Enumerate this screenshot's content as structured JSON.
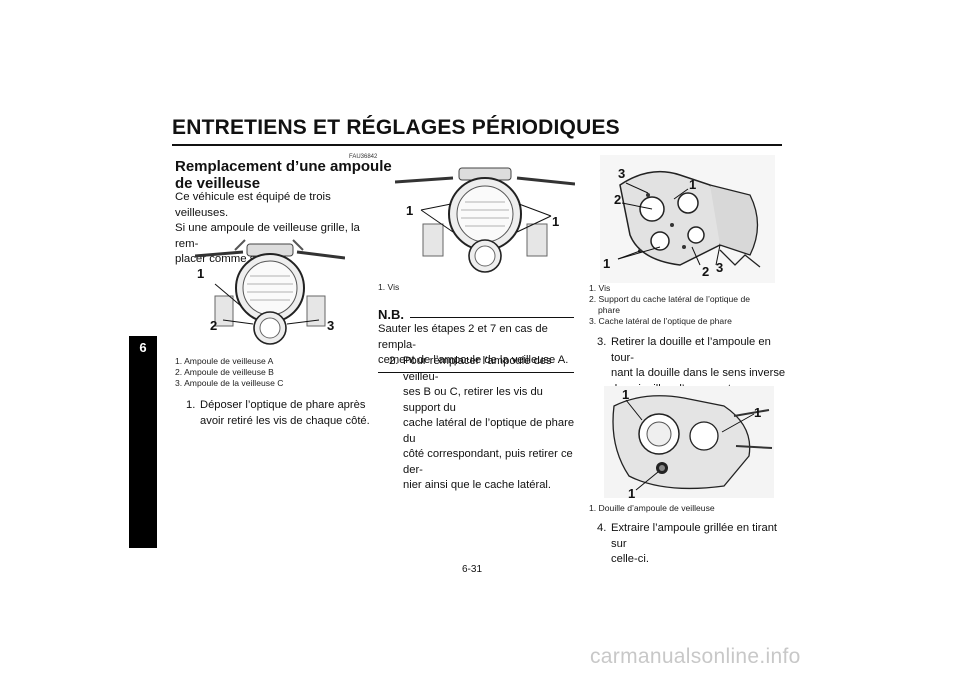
{
  "header": {
    "title": "ENTRETIENS ET RÉGLAGES PÉRIODIQUES",
    "chapter_tab": "6"
  },
  "col1": {
    "code": "FAU36842",
    "heading_line1": "Remplacement d’une ampoule",
    "heading_line2": "de veilleuse",
    "intro_lines": [
      "Ce véhicule est équipé de trois veilleuses.",
      "Si une ampoule de veilleuse grille, la rem-",
      "placer comme suit."
    ],
    "figure_labels": [
      "1",
      "2",
      "3"
    ],
    "captions": [
      "1. Ampoule de veilleuse A",
      "2. Ampoule de veilleuse B",
      "3. Ampoule de la veilleuse C"
    ],
    "step1": {
      "num": "1.",
      "lines": [
        "Déposer l’optique de phare après",
        "avoir retiré les vis de chaque côté."
      ]
    }
  },
  "col2": {
    "figure_labels": [
      "1",
      "1"
    ],
    "captions": [
      "1. Vis"
    ],
    "nb_title": "N.B.",
    "nb_lines": [
      "Sauter les étapes 2 et 7 en cas de rempla-",
      "cement de l’ampoule de la veilleuse A."
    ],
    "step2": {
      "num": "2.",
      "lines": [
        "Pour remplacer l’ampoule des veilleu-",
        "ses B ou C, retirer les vis du support du",
        "cache latéral de l’optique de phare du",
        "côté correspondant, puis retirer ce der-",
        "nier ainsi que le cache latéral."
      ]
    }
  },
  "col3": {
    "figure1_labels": [
      "3",
      "1",
      "2",
      "1",
      "2",
      "3"
    ],
    "captions1": [
      "1. Vis",
      "2. Support du cache latéral de l’optique de",
      "phare",
      "3. Cache latéral de l’optique de phare"
    ],
    "step3": {
      "num": "3.",
      "lines": [
        "Retirer la douille et l’ampoule en tour-",
        "nant la douille dans le sens inverse",
        "des aiguilles d’une montre."
      ]
    },
    "figure2_labels": [
      "1",
      "1",
      "1"
    ],
    "captions2": [
      "1. Douille d’ampoule de veilleuse"
    ],
    "step4": {
      "num": "4.",
      "lines": [
        "Extraire l’ampoule grillée en tirant sur",
        "celle-ci."
      ]
    }
  },
  "footer": {
    "page_number": "6-31"
  },
  "watermark": {
    "text": "carmanualsonline.info"
  }
}
